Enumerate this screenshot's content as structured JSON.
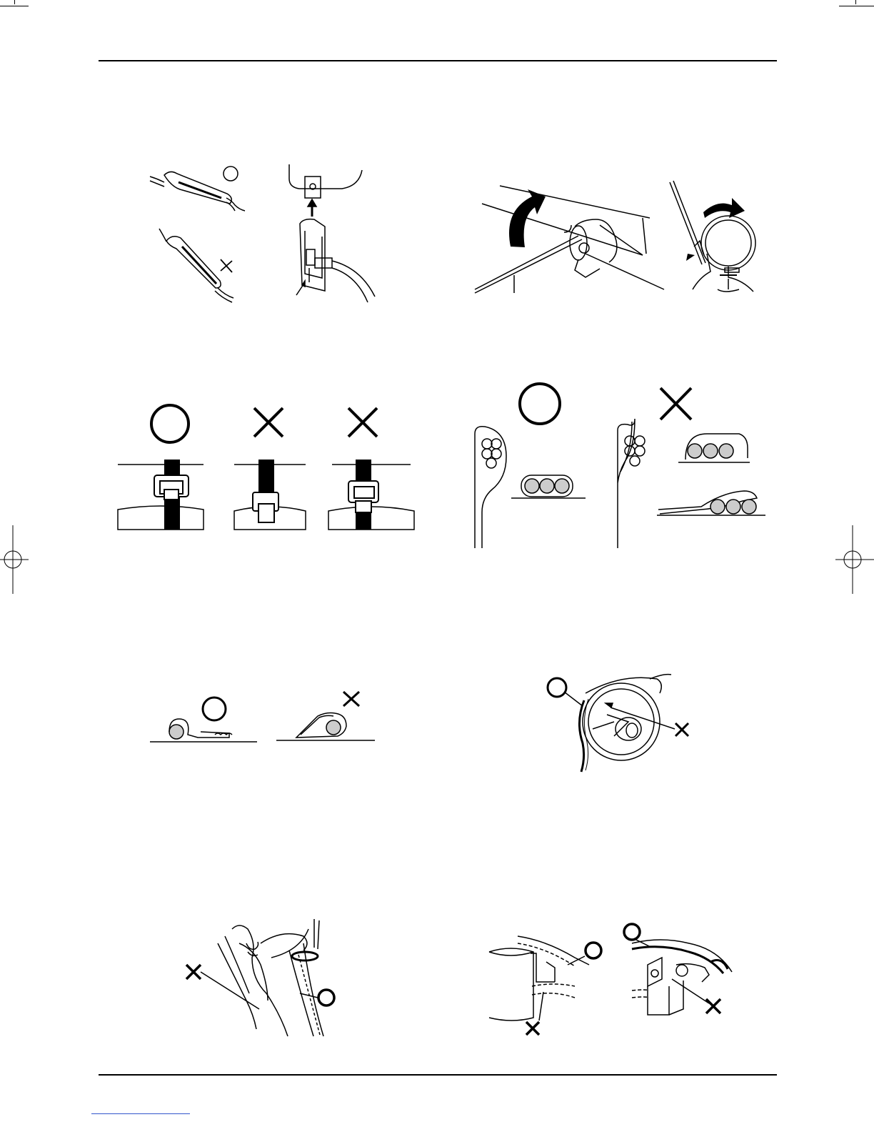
{
  "page": {
    "background": "#ffffff",
    "ink": "#000000"
  },
  "symbols": {
    "ok": "circle-mark-icon",
    "ng": "cross-mark-icon"
  },
  "figures": [
    {
      "id": "fig-1",
      "subject": "splice-sleeve-and-connector-boot"
    },
    {
      "id": "fig-2",
      "subject": "wire-clamp-on-pipe"
    },
    {
      "id": "fig-3",
      "subject": "harness-band-clip-positions"
    },
    {
      "id": "fig-4",
      "subject": "wire-bundle-clamp-folding"
    },
    {
      "id": "fig-5",
      "subject": "single-wire-clamp"
    },
    {
      "id": "fig-6",
      "subject": "harness-routing-near-rotor"
    },
    {
      "id": "fig-7",
      "subject": "harness-routing-near-body-edge"
    },
    {
      "id": "fig-8",
      "subject": "harness-routing-near-bracket-and-bolt"
    }
  ]
}
